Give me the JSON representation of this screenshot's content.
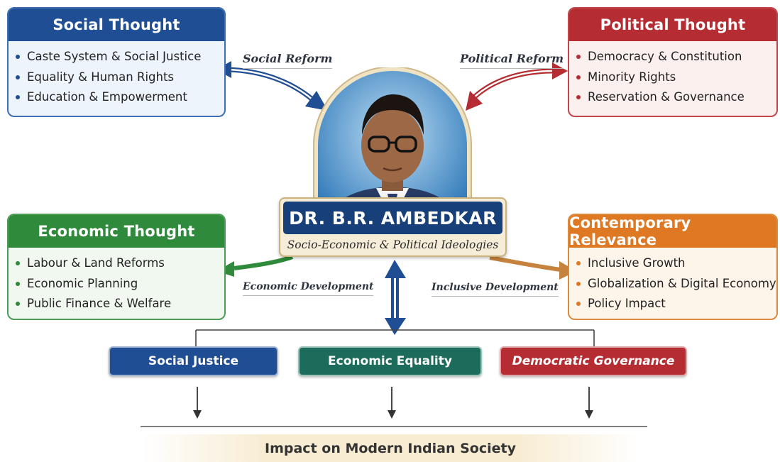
{
  "center": {
    "name": "DR. B.R. AMBEDKAR",
    "subtitle": "Socio-Economic & Political Ideologies"
  },
  "cards": {
    "social": {
      "title": "Social Thought",
      "items": [
        "Caste System & Social Justice",
        "Equality & Human Rights",
        "Education & Empowerment"
      ],
      "color": "#1f4e95"
    },
    "political": {
      "title": "Political Thought",
      "items": [
        "Democracy & Constitution",
        "Minority Rights",
        "Reservation & Governance"
      ],
      "color": "#b52d32"
    },
    "economic": {
      "title": "Economic Thought",
      "items": [
        "Labour & Land Reforms",
        "Economic Planning",
        "Public Finance & Welfare"
      ],
      "color": "#2f8a3b"
    },
    "contemporary": {
      "title": "Contemporary Relevance",
      "items": [
        "Inclusive Growth",
        "Globalization & Digital Economy",
        "Policy Impact"
      ],
      "color": "#de7823"
    }
  },
  "flows": {
    "social": "Social Reform",
    "political": "Political Reform",
    "economic": "Economic Development",
    "inclusive": "Inclusive Development"
  },
  "outcomes": [
    "Social Justice",
    "Economic Equality",
    "Democratic Governance"
  ],
  "footer": "Impact on Modern Indian Society",
  "icons": [
    "portrait-image",
    "double-arrow-icon",
    "down-arrow-icon"
  ]
}
